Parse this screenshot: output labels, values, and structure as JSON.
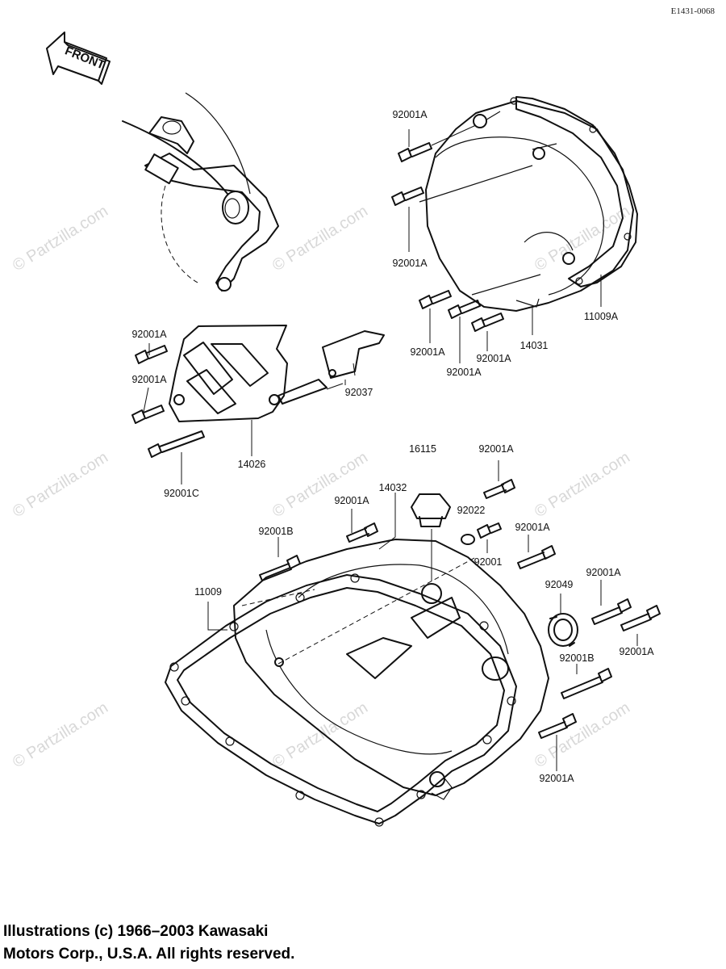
{
  "diagram_id": "E1431-0068",
  "front_label": "FRONT",
  "watermark_text": "© Partzilla.com",
  "copyright": {
    "line1": "Illustrations (c) 1966–2003 Kawasaki",
    "line2": "Motors Corp., U.S.A.  All rights reserved."
  },
  "labels": {
    "l_92001A_top": "92001A",
    "l_92001A_upper_mid": "92001A",
    "l_11009A": "11009A",
    "l_14031": "14031",
    "l_92001A_low1": "92001A",
    "l_92001A_low2": "92001A",
    "l_92001A_low3": "92001A",
    "l_92001A_left1": "92001A",
    "l_92001A_left2": "92001A",
    "l_92037": "92037",
    "l_14026": "14026",
    "l_92001C": "92001C",
    "l_16115": "16115",
    "l_92001A_right_top": "92001A",
    "l_14032": "14032",
    "l_92022": "92022",
    "l_92001A_mid": "92001A",
    "l_92001B_left": "92001B",
    "l_92001": "92001",
    "l_92001A_r2": "92001A",
    "l_11009": "11009",
    "l_92049": "92049",
    "l_92001A_r3": "92001A",
    "l_92001A_r4": "92001A",
    "l_92001B_right": "92001B",
    "l_92001A_bottom": "92001A"
  }
}
